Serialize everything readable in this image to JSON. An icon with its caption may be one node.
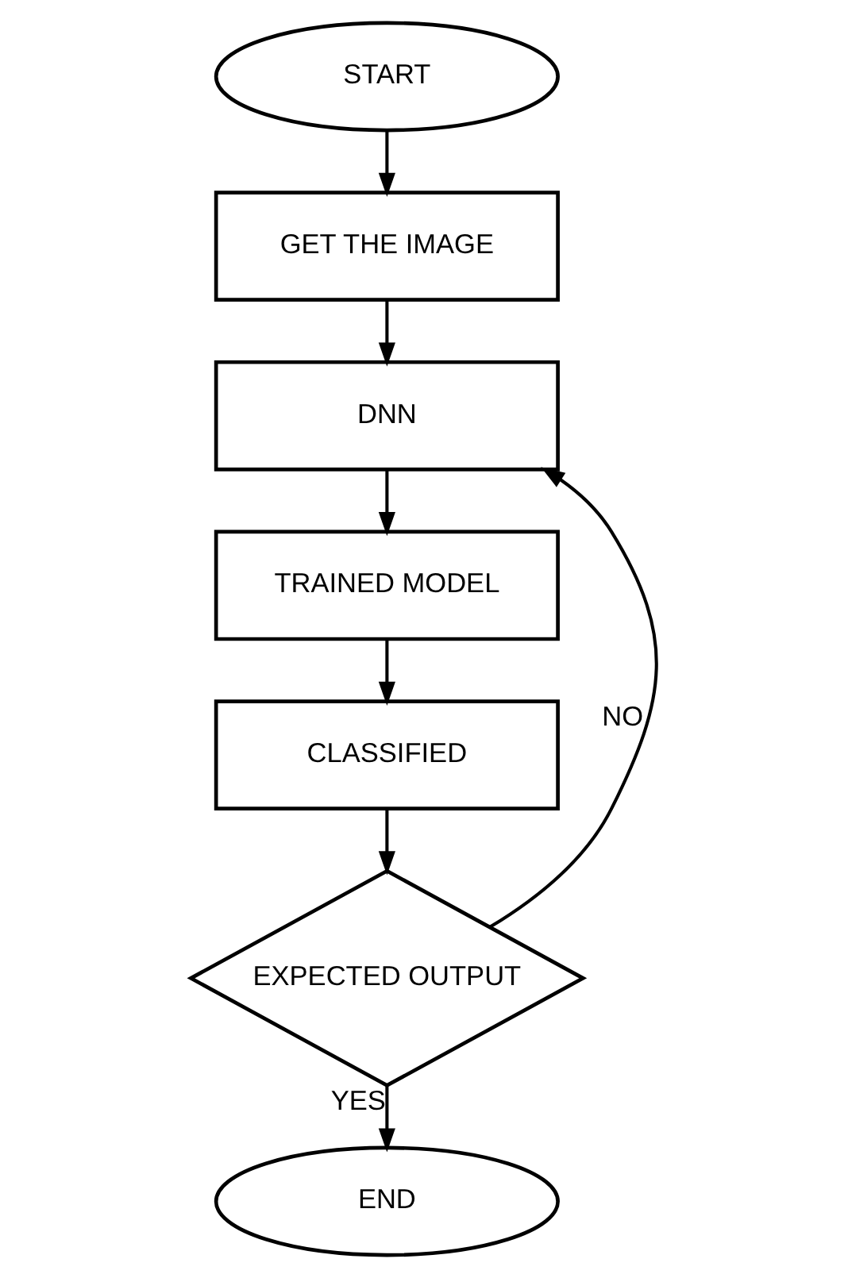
{
  "diagram": {
    "nodes": [
      {
        "text": [
          "START"
        ]
      },
      {
        "text": [
          "GET THE IMAGE"
        ]
      },
      {
        "text": [
          "DNN"
        ]
      },
      {
        "text": [
          "TRAINED MODEL"
        ]
      },
      {
        "text": [
          "CLASSIFIED"
        ]
      },
      {
        "text": [
          "EXPECTED OUTPUT"
        ]
      },
      {
        "text": [
          "END"
        ]
      }
    ],
    "edges": [
      {
        "from": 0,
        "to": 1,
        "arrow": "to"
      },
      {
        "from": 1,
        "to": 2,
        "arrow": "to"
      },
      {
        "from": 2,
        "to": 3,
        "arrow": "to"
      },
      {
        "from": 3,
        "to": 4,
        "arrow": "to"
      },
      {
        "from": 4,
        "to": 5,
        "arrow": "to"
      },
      {
        "from": 5,
        "to": 2,
        "arrow": "to",
        "label": "NO"
      },
      {
        "from": 5,
        "to": 6,
        "arrow": "to",
        "label": "YES"
      }
    ]
  }
}
